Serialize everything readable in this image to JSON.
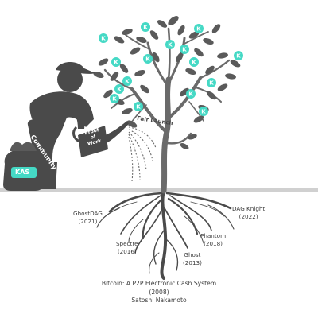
{
  "diagram": {
    "person_label": "Community",
    "can_label_lines": [
      "Proof",
      "of",
      "Work"
    ],
    "spray_label": "Fair Launch",
    "bag_label": "KAS",
    "roots": [
      {
        "name": "GhostDAG",
        "year": "(2021)"
      },
      {
        "name": "DAG Knight",
        "year": "(2022)"
      },
      {
        "name": "Spectre",
        "year": "(2016)"
      },
      {
        "name": "Phantom",
        "year": "(2018)"
      },
      {
        "name": "Ghost",
        "year": "(2013)"
      }
    ],
    "origin": {
      "title": "Bitcoin: A P2P Electronic Cash System",
      "year": "(2008)",
      "author": "Satoshi Nakamoto"
    },
    "colors": {
      "foliage": "#5a5a5a",
      "coin": "#45d9c5",
      "ground": "#d0d0d0",
      "ink": "#3a3a3a"
    },
    "coin_icon": "kaspa-logo-icon"
  }
}
